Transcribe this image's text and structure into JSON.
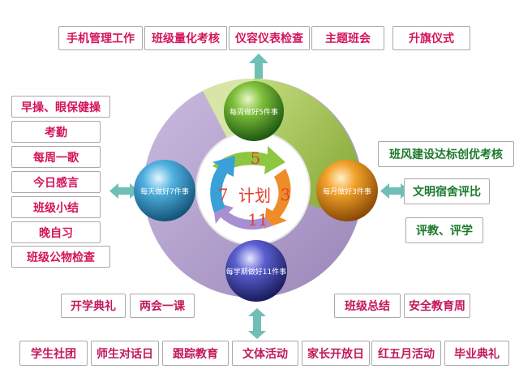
{
  "top_weekly": [
    "手机管理工作",
    "班级量化考核",
    "仪容仪表检查",
    "主题班会",
    "升旗仪式"
  ],
  "left_daily": [
    "早操、眼保健操",
    "考勤",
    "每周一歌",
    "今日感言",
    "班级小结",
    "晚自习",
    "班级公物检查"
  ],
  "right_monthly": [
    "班风建设达标创优考核",
    "文明宿舍评比",
    "评教、评学"
  ],
  "bottom_row1": [
    "开学典礼",
    "两会一课",
    "班级总结",
    "安全教育周"
  ],
  "bottom_row2": [
    "学生社团",
    "师生对话日",
    "跟踪教育",
    "文体活动",
    "家长开放日",
    "红五月活动",
    "毕业典礼"
  ],
  "spheres": {
    "weekly": "每周做好5件事",
    "monthly": "每月做好3件事",
    "daily": "每天做好7件事",
    "semester": "每学期做好11件事"
  },
  "center": {
    "num5": "5",
    "num3": "3",
    "num7": "7",
    "num11": "11",
    "plan": "计划"
  },
  "colors": {
    "box_text_pink": "#d4145a",
    "box_text_green": "#1c7a2c",
    "arrow_teal": "#6fbfb7",
    "ring_green": "#9bbd48",
    "ring_purple": "#a992c4",
    "sphere_green": "#3f8a2a",
    "sphere_orange": "#e88a10",
    "sphere_blue": "#2d8fbf",
    "sphere_indigo": "#3c3f9e"
  }
}
